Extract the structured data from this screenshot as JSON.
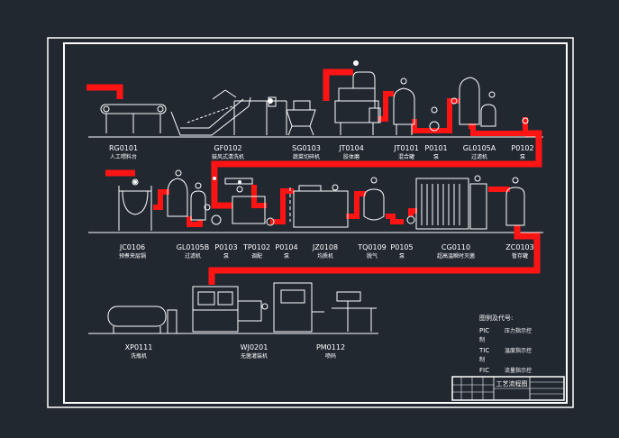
{
  "equipment": [
    {
      "code": "RG0101",
      "name": "人工喂料台"
    },
    {
      "code": "GF0102",
      "name": "鼓风式清洗机"
    },
    {
      "code": "SG0103",
      "name": "蔬菜切碎机"
    },
    {
      "code": "JT0104",
      "name": "胶体磨"
    },
    {
      "code": "JT0101",
      "name": "混合罐"
    },
    {
      "code": "P0101",
      "name": "泵"
    },
    {
      "code": "GL0105A",
      "name": "过滤机"
    },
    {
      "code": "P0102",
      "name": "泵"
    },
    {
      "code": "JC0106",
      "name": "预煮夹层锅"
    },
    {
      "code": "GL0105B",
      "name": "过滤机"
    },
    {
      "code": "P0103",
      "name": "泵"
    },
    {
      "code": "TP0102",
      "name": "调配"
    },
    {
      "code": "P0104",
      "name": "泵"
    },
    {
      "code": "JZ0108",
      "name": "均质机"
    },
    {
      "code": "TQ0109",
      "name": "脱气"
    },
    {
      "code": "P0105",
      "name": "泵"
    },
    {
      "code": "CG0110",
      "name": "超高温瞬时灭菌"
    },
    {
      "code": "ZC0103",
      "name": "暂存罐"
    },
    {
      "code": "XP0111",
      "name": "洗瓶机"
    },
    {
      "code": "WJ0201",
      "name": "无菌灌装机"
    },
    {
      "code": "PM0112",
      "name": "喷码"
    }
  ],
  "legend": {
    "title": "图例及代号:",
    "items": [
      {
        "code": "PIC",
        "desc": "压力指示控",
        "wrap": "制"
      },
      {
        "code": "TIC",
        "desc": "温度指示控",
        "wrap": "制"
      },
      {
        "code": "FIC",
        "desc": "流量指示控",
        "wrap": ""
      }
    ]
  },
  "title_block": {
    "title": "工艺流程图"
  },
  "colors": {
    "background": "#212830",
    "line": "#ffffff",
    "pipe": "#ff1414"
  }
}
